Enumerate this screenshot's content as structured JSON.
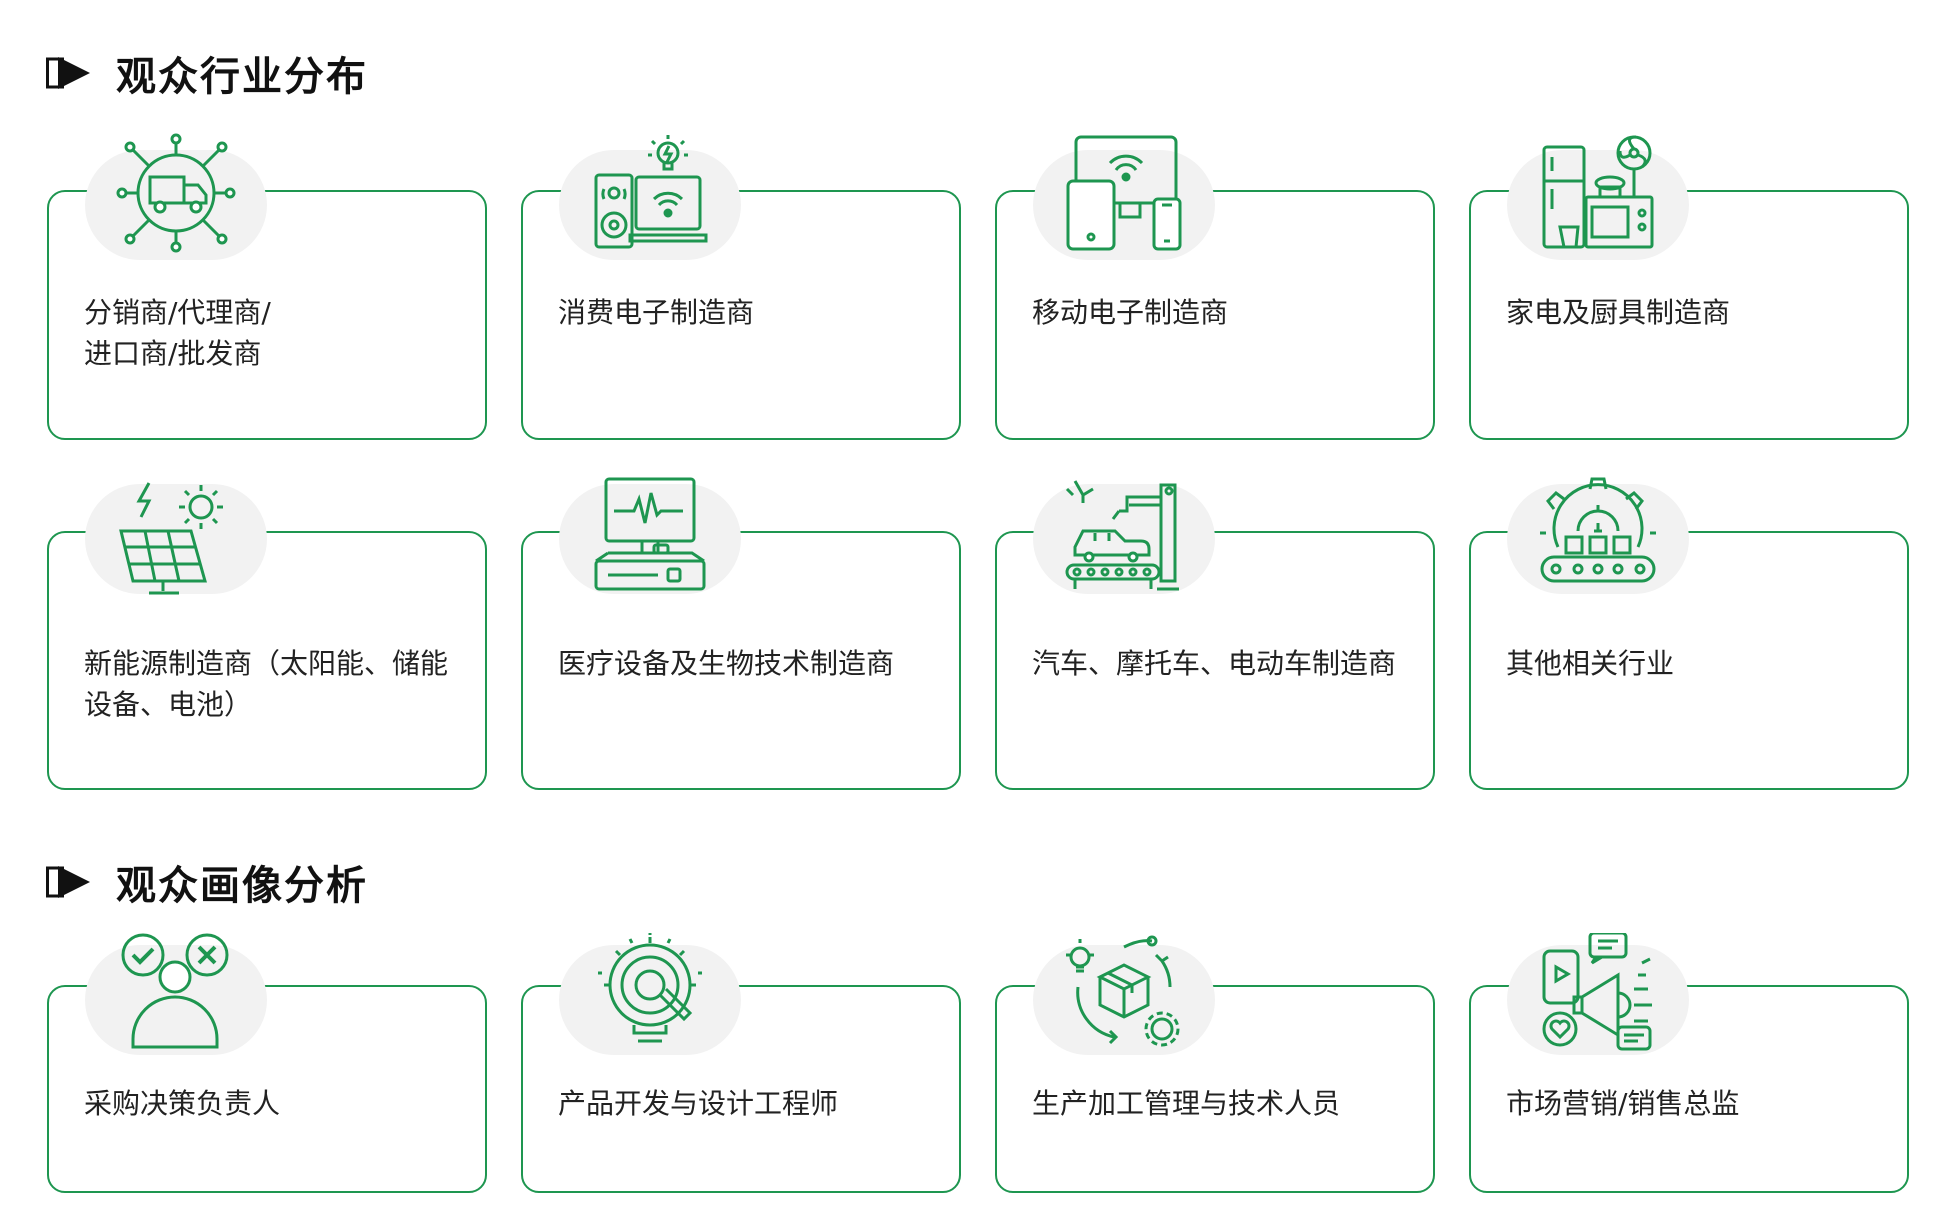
{
  "section1": {
    "title": "观众行业分布",
    "cards": [
      {
        "label": "分销商/代理商/\n进口商/批发商",
        "icon": "distribution-network-icon"
      },
      {
        "label": "消费电子制造商",
        "icon": "consumer-electronics-icon"
      },
      {
        "label": "移动电子制造商",
        "icon": "mobile-devices-icon"
      },
      {
        "label": "家电及厨具制造商",
        "icon": "home-appliances-icon"
      },
      {
        "label": "新能源制造商（太阳能、储能设备、电池）",
        "icon": "solar-panel-icon"
      },
      {
        "label": "医疗设备及生物技术制造商",
        "icon": "medical-monitor-icon"
      },
      {
        "label": "汽车、摩托车、电动车制造商",
        "icon": "car-assembly-icon"
      },
      {
        "label": "其他相关行业",
        "icon": "industry-gear-icon"
      }
    ]
  },
  "section2": {
    "title": "观众画像分析",
    "cards": [
      {
        "label": "采购决策负责人",
        "icon": "decision-maker-icon"
      },
      {
        "label": "产品开发与设计工程师",
        "icon": "product-development-icon"
      },
      {
        "label": "生产加工管理与技术人员",
        "icon": "production-management-icon"
      },
      {
        "label": "市场营销/销售总监",
        "icon": "marketing-megaphone-icon"
      }
    ]
  },
  "colors": {
    "accent": "#1e9650",
    "text": "#222222",
    "icon_bg": "#f2f2f2"
  }
}
